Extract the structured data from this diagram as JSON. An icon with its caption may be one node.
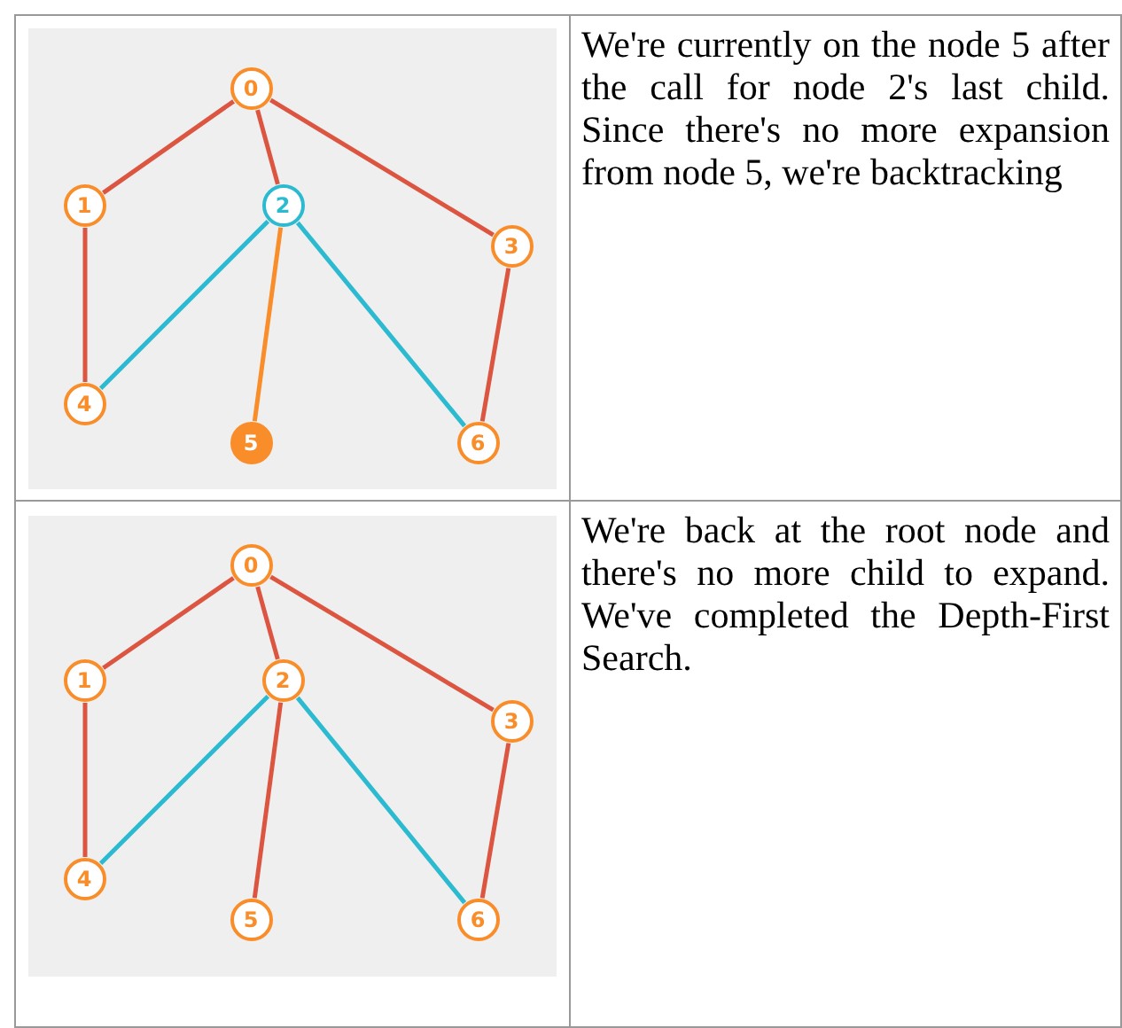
{
  "diagram": {
    "nodes": [
      {
        "text": [
          "0"
        ]
      },
      {
        "text": [
          "1"
        ]
      },
      {
        "text": [
          "2"
        ]
      },
      {
        "text": [
          "3"
        ]
      },
      {
        "text": [
          "4"
        ]
      },
      {
        "text": [
          "5"
        ]
      },
      {
        "text": [
          "6"
        ]
      },
      {
        "text": [
          "0"
        ]
      },
      {
        "text": [
          "1"
        ]
      },
      {
        "text": [
          "2"
        ]
      },
      {
        "text": [
          "3"
        ]
      },
      {
        "text": [
          "4"
        ]
      },
      {
        "text": [
          "5"
        ]
      },
      {
        "text": [
          "6"
        ]
      }
    ],
    "edges": [
      {
        "from": 0,
        "to": 1,
        "arrow": "none"
      },
      {
        "from": 0,
        "to": 2,
        "arrow": "none"
      },
      {
        "from": 0,
        "to": 3,
        "arrow": "none"
      },
      {
        "from": 1,
        "to": 4,
        "arrow": "none"
      },
      {
        "from": 2,
        "to": 4,
        "arrow": "none",
        "color": "#2bbad0"
      },
      {
        "from": 2,
        "to": 5,
        "arrow": "none",
        "color": "#f98d2a"
      },
      {
        "from": 2,
        "to": 6,
        "arrow": "none",
        "color": "#2bbad0"
      },
      {
        "from": 3,
        "to": 6,
        "arrow": "none"
      },
      {
        "from": 7,
        "to": 8,
        "arrow": "none"
      },
      {
        "from": 7,
        "to": 9,
        "arrow": "none"
      },
      {
        "from": 7,
        "to": 10,
        "arrow": "none"
      },
      {
        "from": 8,
        "to": 11,
        "arrow": "none"
      },
      {
        "from": 9,
        "to": 11,
        "arrow": "none",
        "color": "#2bbad0"
      },
      {
        "from": 9,
        "to": 12,
        "arrow": "none"
      },
      {
        "from": 9,
        "to": 13,
        "arrow": "none",
        "color": "#2bbad0"
      },
      {
        "from": 10,
        "to": 13,
        "arrow": "none"
      }
    ],
    "labels": [
      "We're currently on the node 5 after the call for node 2's last child. Since there's no more expansion from node 5, we're backtracking",
      "We're back at the root node and there's no more child to expand. We've completed the Depth-First Search."
    ]
  }
}
